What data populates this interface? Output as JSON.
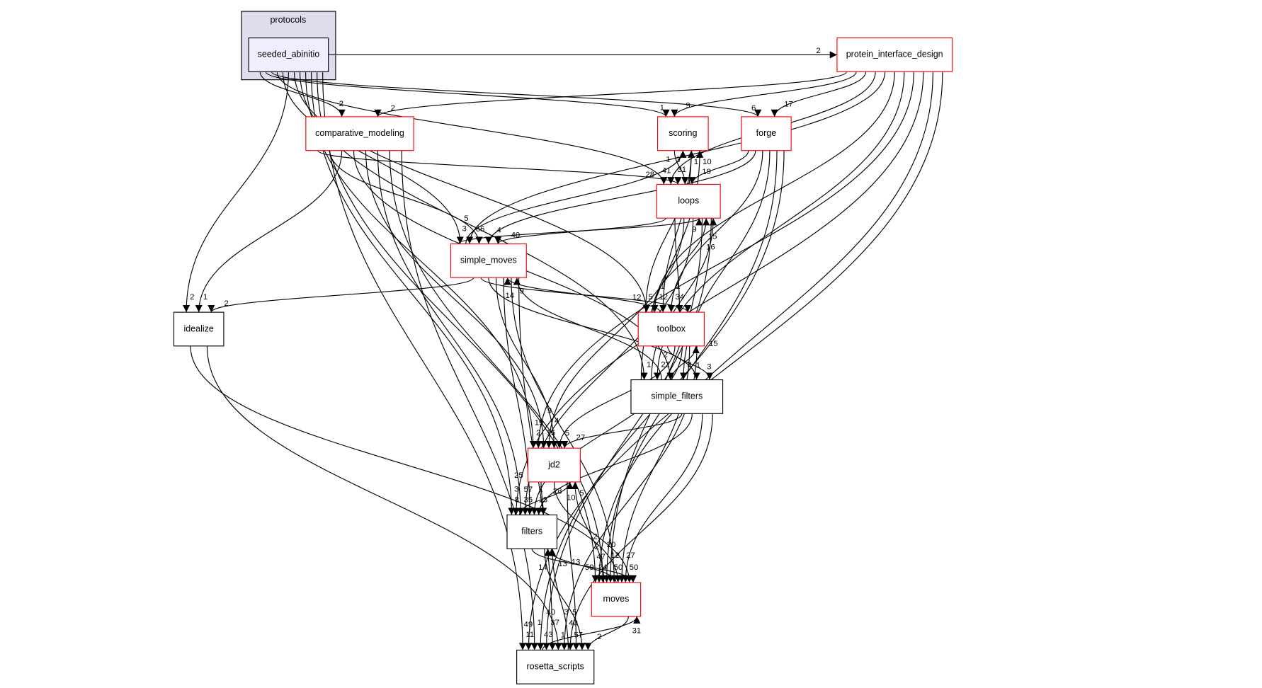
{
  "colors": {
    "cluster_fill": "#ddddee",
    "cluster_border": "#000000",
    "focus_fill": "#eeeeff",
    "red_border": "#ff0000",
    "black_border": "#000000"
  },
  "cluster": {
    "label": "protocols"
  },
  "nodes": [
    {
      "id": "seeded_abinitio",
      "label": "seeded_abinitio",
      "style": "focus"
    },
    {
      "id": "protein_interface_design",
      "label": "protein_interface_design",
      "style": "red"
    },
    {
      "id": "comparative_modeling",
      "label": "comparative_modeling",
      "style": "red"
    },
    {
      "id": "scoring",
      "label": "scoring",
      "style": "red"
    },
    {
      "id": "forge",
      "label": "forge",
      "style": "red"
    },
    {
      "id": "loops",
      "label": "loops",
      "style": "red"
    },
    {
      "id": "simple_moves",
      "label": "simple_moves",
      "style": "red"
    },
    {
      "id": "idealize",
      "label": "idealize",
      "style": "black"
    },
    {
      "id": "toolbox",
      "label": "toolbox",
      "style": "red"
    },
    {
      "id": "simple_filters",
      "label": "simple_filters",
      "style": "black"
    },
    {
      "id": "jd2",
      "label": "jd2",
      "style": "red"
    },
    {
      "id": "filters",
      "label": "filters",
      "style": "black"
    },
    {
      "id": "moves",
      "label": "moves",
      "style": "red"
    },
    {
      "id": "rosetta_scripts",
      "label": "rosetta_scripts",
      "style": "black"
    }
  ],
  "edges": [
    {
      "from": "seeded_abinitio",
      "to": "protein_interface_design",
      "label": "2"
    },
    {
      "from": "seeded_abinitio",
      "to": "comparative_modeling",
      "label": "2"
    },
    {
      "from": "seeded_abinitio",
      "to": "scoring",
      "label": "1"
    },
    {
      "from": "seeded_abinitio",
      "to": "forge",
      "label": "6"
    },
    {
      "from": "seeded_abinitio",
      "to": "loops",
      "label": "41"
    },
    {
      "from": "seeded_abinitio",
      "to": "simple_moves",
      "label": "3"
    },
    {
      "from": "seeded_abinitio",
      "to": "idealize",
      "label": "2"
    },
    {
      "from": "seeded_abinitio",
      "to": "toolbox",
      "label": "5"
    },
    {
      "from": "seeded_abinitio",
      "to": "simple_filters",
      "label": "1"
    },
    {
      "from": "seeded_abinitio",
      "to": "jd2",
      "label": "2"
    },
    {
      "from": "seeded_abinitio",
      "to": "filters",
      "label": "8"
    },
    {
      "from": "seeded_abinitio",
      "to": "moves",
      "label": "24"
    },
    {
      "from": "seeded_abinitio",
      "to": "rosetta_scripts",
      "label": "11"
    },
    {
      "from": "protein_interface_design",
      "to": "comparative_modeling",
      "label": "2"
    },
    {
      "from": "protein_interface_design",
      "to": "scoring",
      "label": "9"
    },
    {
      "from": "protein_interface_design",
      "to": "forge",
      "label": "17"
    },
    {
      "from": "protein_interface_design",
      "to": "loops",
      "label": "31"
    },
    {
      "from": "protein_interface_design",
      "to": "simple_moves",
      "label": "66"
    },
    {
      "from": "protein_interface_design",
      "to": "toolbox",
      "label": "12"
    },
    {
      "from": "protein_interface_design",
      "to": "simple_filters",
      "label": "22"
    },
    {
      "from": "protein_interface_design",
      "to": "jd2",
      "label": "19"
    },
    {
      "from": "protein_interface_design",
      "to": "filters",
      "label": "3"
    },
    {
      "from": "protein_interface_design",
      "to": "moves",
      "label": "59"
    },
    {
      "from": "protein_interface_design",
      "to": "rosetta_scripts",
      "label": "49"
    },
    {
      "from": "comparative_modeling",
      "to": "loops",
      "label": "28"
    },
    {
      "from": "comparative_modeling",
      "to": "simple_moves",
      "label": "5"
    },
    {
      "from": "comparative_modeling",
      "to": "idealize",
      "label": "1"
    },
    {
      "from": "comparative_modeling",
      "to": "simple_filters",
      "label": "2"
    },
    {
      "from": "comparative_modeling",
      "to": "jd2",
      "label": "15"
    },
    {
      "from": "comparative_modeling",
      "to": "filters",
      "label": "35"
    },
    {
      "from": "comparative_modeling",
      "to": "moves",
      "label": "47"
    },
    {
      "from": "comparative_modeling",
      "to": "rosetta_scripts",
      "label": "1"
    },
    {
      "from": "scoring",
      "to": "loops",
      "label": "3"
    },
    {
      "from": "scoring",
      "to": "toolbox",
      "label": "1"
    },
    {
      "from": "forge",
      "to": "loops",
      "label": "19"
    },
    {
      "from": "forge",
      "to": "simple_moves",
      "label": "4"
    },
    {
      "from": "forge",
      "to": "toolbox",
      "label": "34"
    },
    {
      "from": "forge",
      "to": "simple_filters",
      "label": "3"
    },
    {
      "from": "forge",
      "to": "moves",
      "label": "12"
    },
    {
      "from": "forge",
      "to": "rosetta_scripts",
      "label": "43"
    },
    {
      "from": "loops",
      "to": "simple_moves",
      "label": "40"
    },
    {
      "from": "loops",
      "to": "toolbox",
      "label": "1"
    },
    {
      "from": "loops",
      "to": "jd2",
      "label": "4"
    },
    {
      "from": "loops",
      "to": "filters",
      "label": "57"
    },
    {
      "from": "loops",
      "to": "moves",
      "label": "50"
    },
    {
      "from": "loops",
      "to": "rosetta_scripts",
      "label": "37"
    },
    {
      "from": "simple_moves",
      "to": "loops",
      "label": "9"
    },
    {
      "from": "simple_moves",
      "to": "scoring",
      "label": "1"
    },
    {
      "from": "simple_moves",
      "to": "idealize",
      "label": "2"
    },
    {
      "from": "simple_moves",
      "to": "toolbox",
      "label": "12"
    },
    {
      "from": "simple_moves",
      "to": "simple_filters",
      "label": "1"
    },
    {
      "from": "simple_moves",
      "to": "jd2",
      "label": "9"
    },
    {
      "from": "simple_moves",
      "to": "filters",
      "label": "25"
    },
    {
      "from": "simple_moves",
      "to": "moves",
      "label": "20"
    },
    {
      "from": "simple_moves",
      "to": "rosetta_scripts",
      "label": "40"
    },
    {
      "from": "idealize",
      "to": "moves",
      "label": "2"
    },
    {
      "from": "idealize",
      "to": "rosetta_scripts",
      "label": "1"
    },
    {
      "from": "toolbox",
      "to": "scoring",
      "label": "1"
    },
    {
      "from": "toolbox",
      "to": "loops",
      "label": "15"
    },
    {
      "from": "toolbox",
      "to": "simple_moves",
      "label": "9"
    },
    {
      "from": "toolbox",
      "to": "simple_filters",
      "label": "3"
    },
    {
      "from": "toolbox",
      "to": "jd2",
      "label": "5"
    },
    {
      "from": "toolbox",
      "to": "filters",
      "label": "13"
    },
    {
      "from": "toolbox",
      "to": "moves",
      "label": "27"
    },
    {
      "from": "toolbox",
      "to": "rosetta_scripts",
      "label": "40"
    },
    {
      "from": "simple_filters",
      "to": "scoring",
      "label": "10"
    },
    {
      "from": "simple_filters",
      "to": "loops",
      "label": "16"
    },
    {
      "from": "simple_filters",
      "to": "simple_moves",
      "label": "14"
    },
    {
      "from": "simple_filters",
      "to": "toolbox",
      "label": "15"
    },
    {
      "from": "simple_filters",
      "to": "jd2",
      "label": "27"
    },
    {
      "from": "simple_filters",
      "to": "filters",
      "label": "28"
    },
    {
      "from": "simple_filters",
      "to": "moves",
      "label": "50"
    },
    {
      "from": "simple_filters",
      "to": "rosetta_scripts",
      "label": "57"
    },
    {
      "from": "jd2",
      "to": "filters",
      "label": "1"
    },
    {
      "from": "jd2",
      "to": "moves",
      "label": "2"
    },
    {
      "from": "jd2",
      "to": "rosetta_scripts",
      "label": "5"
    },
    {
      "from": "filters",
      "to": "jd2",
      "label": "10"
    },
    {
      "from": "filters",
      "to": "moves",
      "label": "13"
    },
    {
      "from": "filters",
      "to": "rosetta_scripts",
      "label": "3"
    },
    {
      "from": "moves",
      "to": "jd2",
      "label": "5"
    },
    {
      "from": "moves",
      "to": "filters",
      "label": "13"
    },
    {
      "from": "moves",
      "to": "rosetta_scripts",
      "label": "2"
    },
    {
      "from": "rosetta_scripts",
      "to": "moves",
      "label": "31"
    },
    {
      "from": "rosetta_scripts",
      "to": "filters",
      "label": "14"
    }
  ]
}
